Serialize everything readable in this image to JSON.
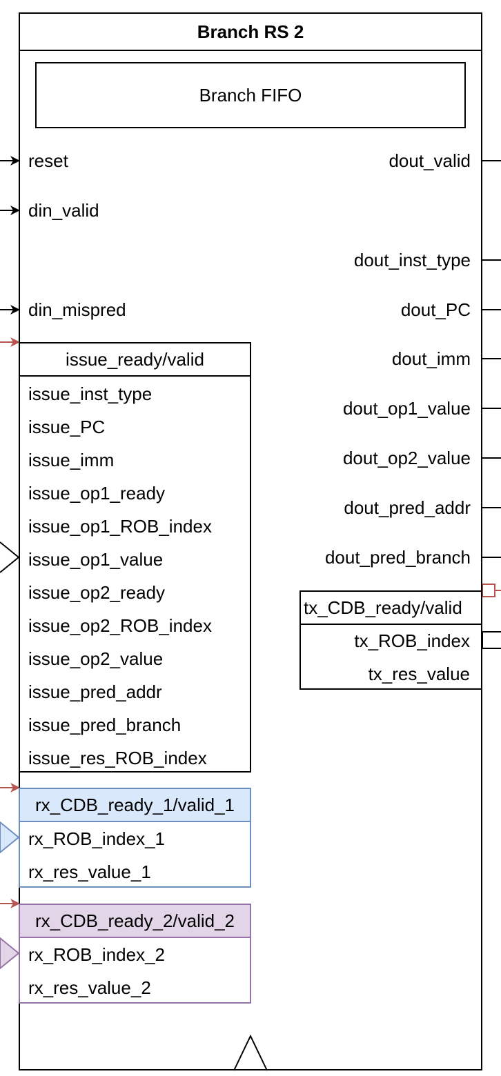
{
  "title": "Branch RS 2",
  "fifo_label": "Branch FIFO",
  "inputs": {
    "reset": "reset",
    "din_valid": "din_valid",
    "din_mispred": "din_mispred"
  },
  "outputs": {
    "dout_valid": "dout_valid",
    "dout_inst_type": "dout_inst_type",
    "dout_PC": "dout_PC",
    "dout_imm": "dout_imm",
    "dout_op1_value": "dout_op1_value",
    "dout_op2_value": "dout_op2_value",
    "dout_pred_addr": "dout_pred_addr",
    "dout_pred_branch": "dout_pred_branch"
  },
  "issue": {
    "header": "issue_ready/valid",
    "fields": [
      "issue_inst_type",
      "issue_PC",
      "issue_imm",
      "issue_op1_ready",
      "issue_op1_ROB_index",
      "issue_op1_value",
      "issue_op2_ready",
      "issue_op2_ROB_index",
      "issue_op2_value",
      "issue_pred_addr",
      "issue_pred_branch",
      "issue_res_ROB_index"
    ]
  },
  "tx": {
    "header": "tx_CDB_ready/valid",
    "fields": [
      "tx_ROB_index",
      "tx_res_value"
    ]
  },
  "rx1": {
    "header": "rx_CDB_ready_1/valid_1",
    "fields": [
      "rx_ROB_index_1",
      "rx_res_value_1"
    ]
  },
  "rx2": {
    "header": "rx_CDB_ready_2/valid_2",
    "fields": [
      "rx_ROB_index_2",
      "rx_res_value_2"
    ]
  },
  "colors": {
    "handshake_arrow": "#b85450",
    "rx1_stroke": "#6c8ebf",
    "rx1_fill": "#dae8fc",
    "rx2_stroke": "#9673a6",
    "rx2_fill": "#e1d5e7"
  }
}
